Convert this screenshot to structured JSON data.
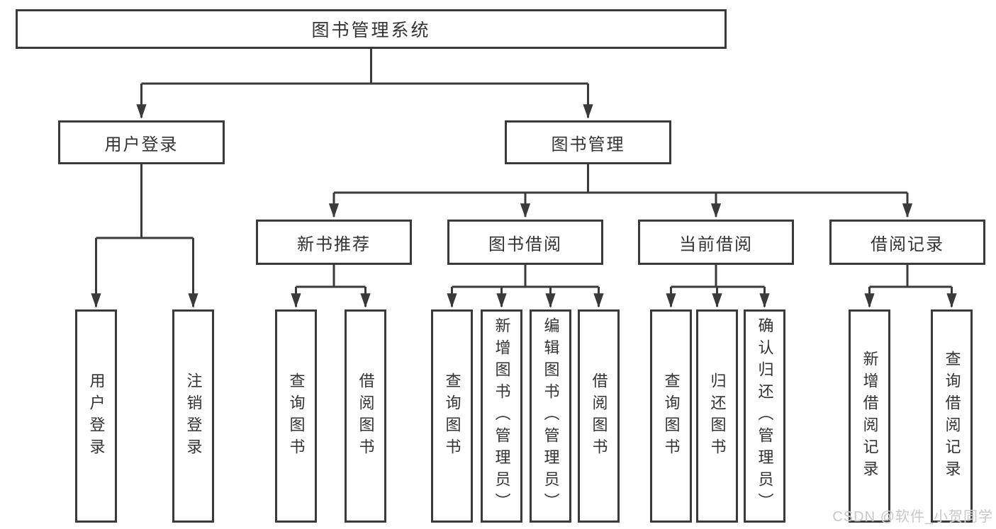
{
  "colors": {
    "line": "#3a3a3a",
    "text": "#333333",
    "box_background": "#ffffff",
    "watermark_gray": "#c8c8c8"
  },
  "watermark": {
    "text": "CSDN @软件_小贺同学"
  },
  "diagram": {
    "root": {
      "label": "图书管理系统",
      "children": [
        {
          "label": "用户登录",
          "children": [
            {
              "label": "用户登录"
            },
            {
              "label": "注销登录"
            }
          ]
        },
        {
          "label": "图书管理",
          "children": [
            {
              "label": "新书推荐",
              "children": [
                {
                  "label": "查询图书"
                },
                {
                  "label": "借阅图书"
                }
              ]
            },
            {
              "label": "图书借阅",
              "children": [
                {
                  "label": "查询图书"
                },
                {
                  "label": "新增图书（管理员）"
                },
                {
                  "label": "编辑图书（管理员）"
                },
                {
                  "label": "借阅图书"
                }
              ]
            },
            {
              "label": "当前借阅",
              "children": [
                {
                  "label": "查询图书"
                },
                {
                  "label": "归还图书"
                },
                {
                  "label": "确认归还（管理员）"
                }
              ]
            },
            {
              "label": "借阅记录",
              "children": [
                {
                  "label": "新增借阅记录"
                },
                {
                  "label": "查询借阅记录"
                }
              ]
            }
          ]
        }
      ]
    }
  }
}
